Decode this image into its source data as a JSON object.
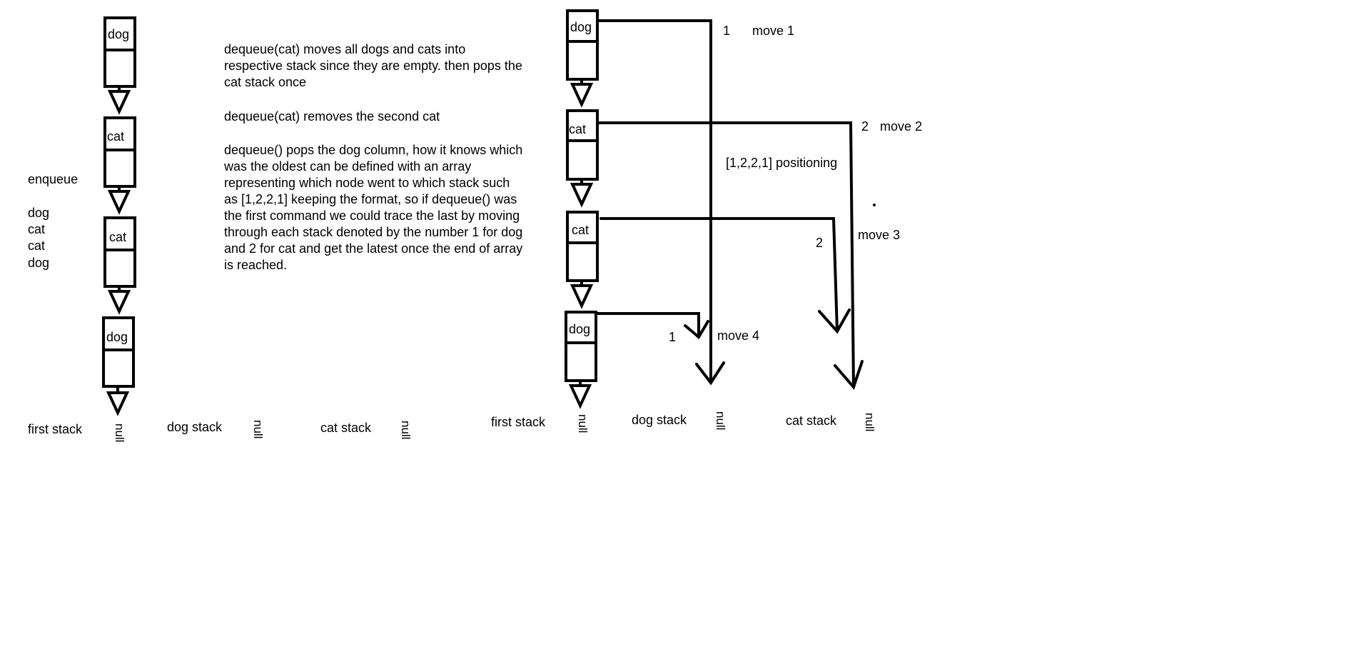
{
  "left": {
    "stack": [
      "dog",
      "cat",
      "cat",
      "dog"
    ],
    "enqueue_title": "enqueue",
    "enqueue_items": [
      "dog",
      "cat",
      "cat",
      "dog"
    ],
    "labels": {
      "first": "first stack",
      "dog": "dog stack",
      "cat": "cat stack"
    },
    "null_text": "null"
  },
  "notes": {
    "p1": "dequeue(cat) moves all dogs and cats into respective stack since they are empty. then pops the cat stack once",
    "p2": "dequeue(cat) removes the second cat",
    "p3": "dequeue() pops the dog column, how it knows which was the oldest can be defined with an array representing which node went to which stack such as [1,2,2,1] keeping the format, so if dequeue() was the first command we could trace the last by moving through each stack denoted by the number 1 for dog and 2 for cat and get the latest once the end of array is reached."
  },
  "right": {
    "stack": [
      "dog",
      "cat",
      "cat",
      "dog"
    ],
    "moves": [
      {
        "num": "1",
        "label": "move 1"
      },
      {
        "num": "2",
        "label": "move 2"
      },
      {
        "num": "2",
        "label": "move 3"
      },
      {
        "num": "1",
        "label": "move 4"
      }
    ],
    "positioning": "[1,2,2,1] positioning",
    "labels": {
      "first": "first stack",
      "dog": "dog stack",
      "cat": "cat stack"
    },
    "null_text": "null"
  },
  "colors": {
    "ink": "#000000",
    "background": "#ffffff"
  }
}
